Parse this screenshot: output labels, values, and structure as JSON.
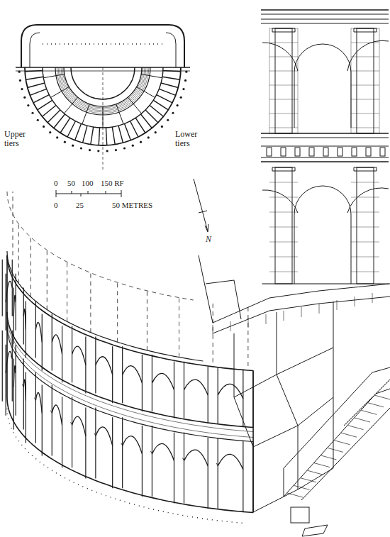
{
  "diagram": {
    "labels": [
      "Upper tiers",
      "Lower tiers",
      "0",
      "50",
      "100",
      "150 RF",
      "0",
      "25",
      "50 METRES",
      "N"
    ]
  }
}
